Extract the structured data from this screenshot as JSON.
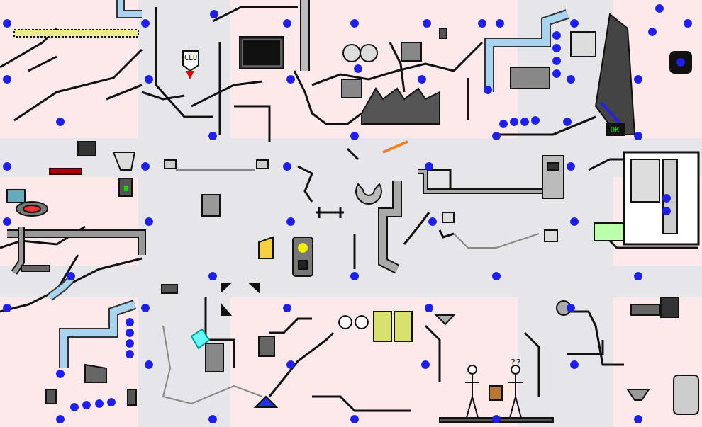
{
  "diagram": {
    "labels": [
      "CLU",
      "OK",
      "??"
    ]
  }
}
